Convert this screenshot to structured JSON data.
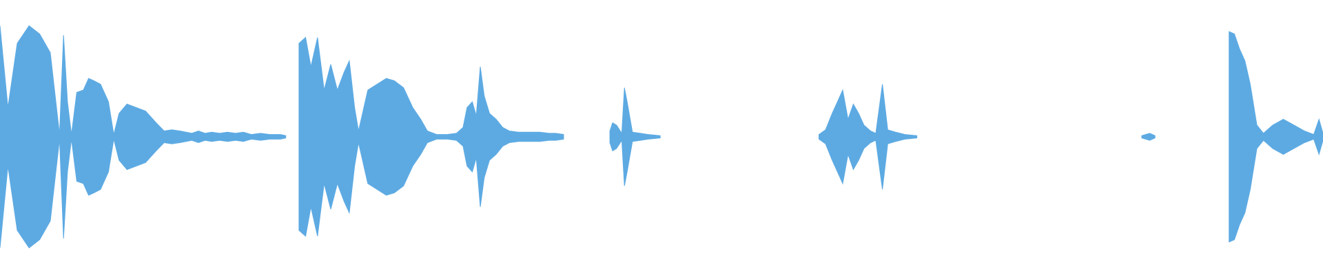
{
  "waveform": {
    "color": "#5DAAE3",
    "background": "#FFFFFF",
    "clips": [
      {
        "start": 0.0,
        "end": 0.216
      },
      {
        "start": 0.226,
        "end": 0.426
      },
      {
        "start": 0.461,
        "end": 0.499
      },
      {
        "start": 0.619,
        "end": 0.693
      },
      {
        "start": 0.863,
        "end": 0.873
      },
      {
        "start": 0.929,
        "end": 1.0
      }
    ],
    "peaks": [
      [
        0.0,
        0.95
      ],
      [
        0.006,
        0.25
      ],
      [
        0.013,
        0.8
      ],
      [
        0.022,
        0.95
      ],
      [
        0.03,
        0.88
      ],
      [
        0.038,
        0.72
      ],
      [
        0.045,
        0.02
      ],
      [
        0.048,
        0.87
      ],
      [
        0.051,
        0.3
      ],
      [
        0.054,
        0.02
      ],
      [
        0.058,
        0.38
      ],
      [
        0.063,
        0.4
      ],
      [
        0.067,
        0.5
      ],
      [
        0.071,
        0.48
      ],
      [
        0.076,
        0.45
      ],
      [
        0.082,
        0.3
      ],
      [
        0.086,
        0.02
      ],
      [
        0.09,
        0.2
      ],
      [
        0.096,
        0.28
      ],
      [
        0.103,
        0.25
      ],
      [
        0.11,
        0.22
      ],
      [
        0.118,
        0.12
      ],
      [
        0.124,
        0.05
      ],
      [
        0.13,
        0.06
      ],
      [
        0.136,
        0.05
      ],
      [
        0.145,
        0.03
      ],
      [
        0.15,
        0.05
      ],
      [
        0.155,
        0.03
      ],
      [
        0.16,
        0.04
      ],
      [
        0.166,
        0.03
      ],
      [
        0.172,
        0.04
      ],
      [
        0.178,
        0.03
      ],
      [
        0.184,
        0.04
      ],
      [
        0.19,
        0.02
      ],
      [
        0.197,
        0.03
      ],
      [
        0.204,
        0.02
      ],
      [
        0.212,
        0.02
      ],
      [
        0.216,
        0.01
      ],
      [
        0.226,
        0.8
      ],
      [
        0.231,
        0.85
      ],
      [
        0.235,
        0.6
      ],
      [
        0.24,
        0.85
      ],
      [
        0.245,
        0.4
      ],
      [
        0.25,
        0.62
      ],
      [
        0.255,
        0.4
      ],
      [
        0.26,
        0.55
      ],
      [
        0.264,
        0.65
      ],
      [
        0.268,
        0.25
      ],
      [
        0.271,
        0.05
      ],
      [
        0.278,
        0.4
      ],
      [
        0.285,
        0.45
      ],
      [
        0.292,
        0.5
      ],
      [
        0.298,
        0.48
      ],
      [
        0.305,
        0.42
      ],
      [
        0.312,
        0.25
      ],
      [
        0.318,
        0.15
      ],
      [
        0.323,
        0.05
      ],
      [
        0.33,
        0.02
      ],
      [
        0.338,
        0.02
      ],
      [
        0.345,
        0.03
      ],
      [
        0.35,
        0.08
      ],
      [
        0.353,
        0.25
      ],
      [
        0.357,
        0.3
      ],
      [
        0.36,
        0.18
      ],
      [
        0.363,
        0.6
      ],
      [
        0.366,
        0.35
      ],
      [
        0.37,
        0.2
      ],
      [
        0.375,
        0.15
      ],
      [
        0.38,
        0.08
      ],
      [
        0.385,
        0.05
      ],
      [
        0.392,
        0.04
      ],
      [
        0.4,
        0.04
      ],
      [
        0.408,
        0.04
      ],
      [
        0.415,
        0.03
      ],
      [
        0.42,
        0.03
      ],
      [
        0.426,
        0.02
      ],
      [
        0.461,
        0.05
      ],
      [
        0.463,
        0.12
      ],
      [
        0.466,
        0.1
      ],
      [
        0.47,
        0.03
      ],
      [
        0.472,
        0.42
      ],
      [
        0.474,
        0.3
      ],
      [
        0.478,
        0.04
      ],
      [
        0.484,
        0.03
      ],
      [
        0.49,
        0.02
      ],
      [
        0.499,
        0.01
      ],
      [
        0.619,
        0.02
      ],
      [
        0.624,
        0.06
      ],
      [
        0.629,
        0.2
      ],
      [
        0.633,
        0.3
      ],
      [
        0.637,
        0.4
      ],
      [
        0.641,
        0.15
      ],
      [
        0.645,
        0.28
      ],
      [
        0.649,
        0.2
      ],
      [
        0.653,
        0.1
      ],
      [
        0.658,
        0.05
      ],
      [
        0.662,
        0.03
      ],
      [
        0.667,
        0.45
      ],
      [
        0.671,
        0.06
      ],
      [
        0.677,
        0.04
      ],
      [
        0.684,
        0.02
      ],
      [
        0.693,
        0.01
      ],
      [
        0.863,
        0.01
      ],
      [
        0.866,
        0.02
      ],
      [
        0.869,
        0.03
      ],
      [
        0.873,
        0.01
      ],
      [
        0.929,
        0.9
      ],
      [
        0.933,
        0.88
      ],
      [
        0.937,
        0.75
      ],
      [
        0.941,
        0.65
      ],
      [
        0.945,
        0.45
      ],
      [
        0.95,
        0.1
      ],
      [
        0.955,
        0.03
      ],
      [
        0.962,
        0.1
      ],
      [
        0.97,
        0.15
      ],
      [
        0.978,
        0.1
      ],
      [
        0.986,
        0.05
      ],
      [
        0.993,
        0.02
      ],
      [
        0.997,
        0.15
      ],
      [
        1.0,
        0.03
      ]
    ]
  }
}
